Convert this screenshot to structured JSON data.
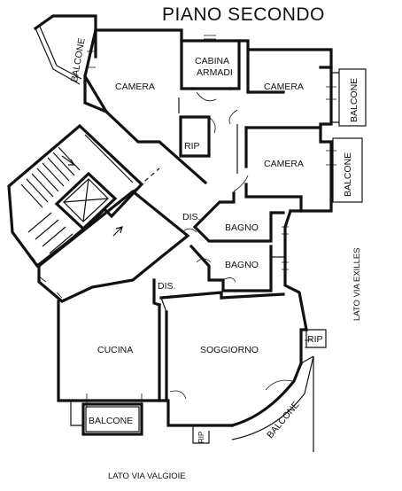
{
  "title": "PIANO SECONDO",
  "rooms": {
    "balcone_nw": "BALCONE",
    "camera_1": "CAMERA",
    "cabina_line1": "CABINA",
    "cabina_line2": "ARMADI",
    "camera_2": "CAMERA",
    "balcone_e1": "BALCONE",
    "rip_upper": "RIP",
    "camera_3": "CAMERA",
    "balcone_e2": "BALCONE",
    "dis_upper": "DIS.",
    "bagno_1": "BAGNO",
    "bagno_2": "BAGNO",
    "dis_lower": "DIS.",
    "cucina": "CUCINA",
    "soggiorno": "SOGGIORNO",
    "rip_lower": "RIP",
    "balcone_s": "BALCONE",
    "balcone_curved": "BALCONE",
    "rip_small": "RIP"
  },
  "side_labels": {
    "east": "LATO VIA EXILLES",
    "south": "LATO VIA VALGIOIE"
  }
}
